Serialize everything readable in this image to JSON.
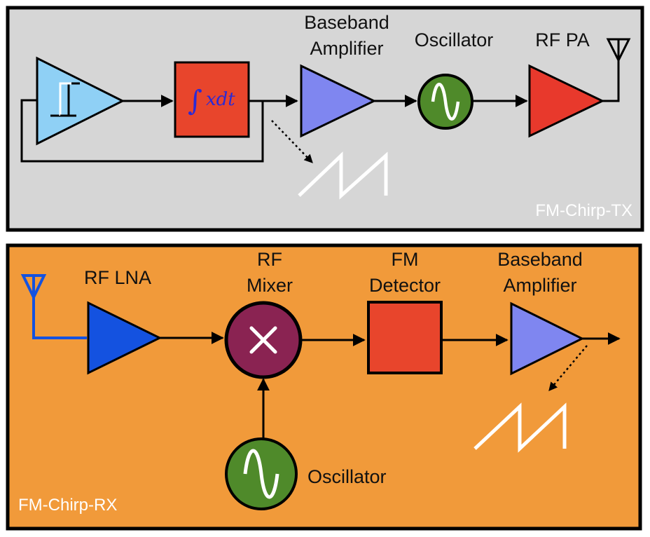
{
  "tx": {
    "panel_label": "FM-Chirp-TX",
    "integrator_symbol": "∫",
    "integrator_expr": "xdt",
    "baseband_amplifier_label": [
      "Baseband",
      "Amplifier"
    ],
    "oscillator_label": "Oscillator",
    "rf_pa_label": "RF PA"
  },
  "rx": {
    "panel_label": "FM-Chirp-RX",
    "rf_lna_label": "RF LNA",
    "rf_mixer_label": [
      "RF",
      "Mixer"
    ],
    "fm_detector_label": [
      "FM",
      "Detector"
    ],
    "baseband_amplifier_label": [
      "Baseband",
      "Amplifier"
    ],
    "oscillator_label": "Oscillator"
  },
  "colors": {
    "tx_background": "#d6d6d6",
    "rx_background": "#f19a3a",
    "comparator_fill": "#8fd0f5",
    "integrator_fill": "#e8452c",
    "baseband_amp_fill": "#7f86f0",
    "oscillator_fill": "#4f8a2a",
    "rf_pa_fill": "#e8392c",
    "rf_lna_fill": "#1452e0",
    "mixer_fill": "#8a2352",
    "fm_detector_fill": "#e8452c",
    "antenna_rx": "#1452e0"
  },
  "icons": [
    "comparator-pulse-icon",
    "sine-wave-icon",
    "multiply-icon",
    "antenna-icon",
    "sawtooth-wave-icon"
  ]
}
